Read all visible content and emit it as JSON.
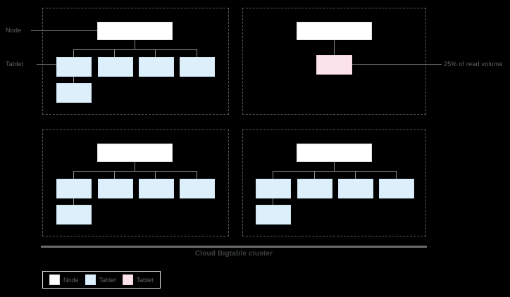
{
  "diagram": {
    "title_caption": "Cloud Bigtable cluster",
    "side_labels": {
      "node": "Node",
      "tablet": "Tablet"
    },
    "callout": {
      "text": "25% of read volume"
    },
    "colors": {
      "background": "#000000",
      "node_fill": "#ffffff",
      "tablet_fill": "#ddeffb",
      "hot_tablet_fill": "#fbe3ec",
      "stroke": "#6b6b6b",
      "dashed_border": "#585858",
      "text": "#5f6368",
      "caption_text": "#3c4043"
    },
    "legend": {
      "items": [
        {
          "label": "Node",
          "swatch": "#ffffff",
          "name": "node"
        },
        {
          "label": "Tablet",
          "swatch": "#ddeffb",
          "name": "tablet-normal"
        },
        {
          "label": "Tablet",
          "swatch": "#fbe3ec",
          "name": "tablet-hot"
        }
      ]
    },
    "quadrants": [
      {
        "id": "top-left",
        "node_count": 1,
        "tablet_count": 5,
        "hot_tablet_count": 0,
        "tablets_row1": 4,
        "tablets_row2": 1
      },
      {
        "id": "top-right",
        "node_count": 1,
        "tablet_count": 0,
        "hot_tablet_count": 1,
        "tablets_row1": 0,
        "tablets_row2": 0
      },
      {
        "id": "bottom-left",
        "node_count": 1,
        "tablet_count": 5,
        "hot_tablet_count": 0,
        "tablets_row1": 4,
        "tablets_row2": 1
      },
      {
        "id": "bottom-right",
        "node_count": 1,
        "tablet_count": 5,
        "hot_tablet_count": 0,
        "tablets_row1": 4,
        "tablets_row2": 1
      }
    ]
  }
}
